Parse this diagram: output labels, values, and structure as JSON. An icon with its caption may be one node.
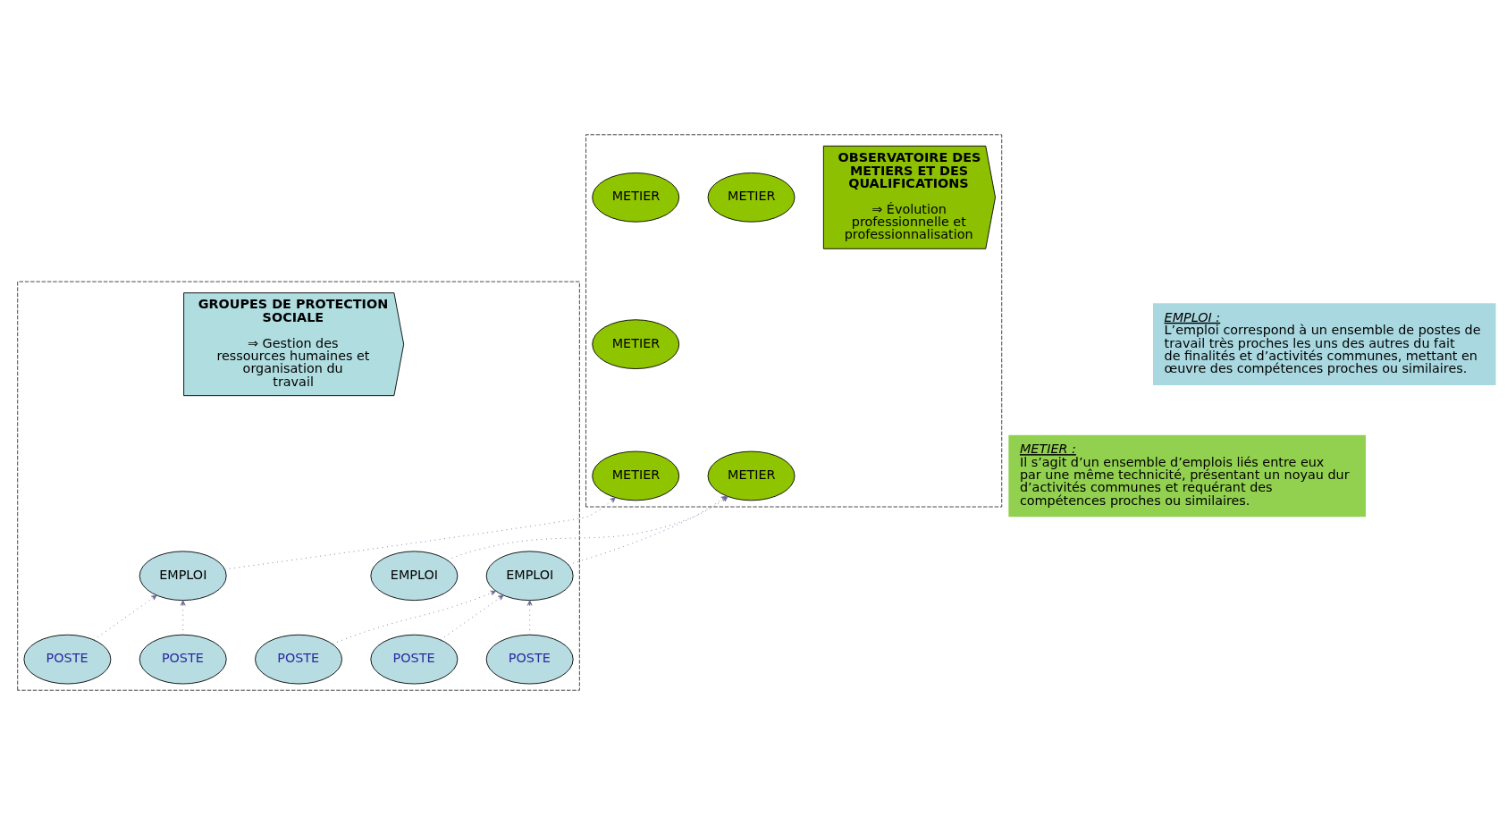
{
  "diagram": {
    "nodes": [
      {
        "text": [],
        "shape": "box"
      },
      {
        "text": [
          "OBSERVATOIRE DES METIERS ET DES QUALIFICATIONS",
          "⇒ Évolution professionnelle et professionnalisation"
        ],
        "in": 0
      },
      {
        "text": [
          "METIER"
        ],
        "in": 0
      },
      {
        "text": [
          "METIER"
        ],
        "in": 0
      },
      {
        "text": [
          "METIER"
        ],
        "in": 0
      },
      {
        "text": [
          "METIER"
        ],
        "in": 0
      },
      {
        "text": [
          "METIER"
        ],
        "in": 0
      },
      {
        "text": [
          "METIER :",
          "Il s’agit d’un ensemble d’emplois liés entre eux par une même technicité, présentant un noyau dur d’activités communes et requérant des compétences proches ou similaires."
        ]
      },
      {
        "text": [],
        "shape": "box"
      },
      {
        "text": [
          "GROUPES DE PROTECTION SOCIALE",
          "⇒ Gestion des ressources humaines et organisation du travail"
        ],
        "in": 8
      },
      {
        "text": [
          "EMPLOI"
        ],
        "in": 8
      },
      {
        "text": [
          "EMPLOI"
        ],
        "in": 8
      },
      {
        "text": [
          "EMPLOI"
        ],
        "in": 8
      },
      {
        "text": [
          "POSTE"
        ],
        "in": 8
      },
      {
        "text": [
          "POSTE"
        ],
        "in": 8
      },
      {
        "text": [
          "POSTE"
        ],
        "in": 8
      },
      {
        "text": [
          "POSTE"
        ],
        "in": 8
      },
      {
        "text": [
          "POSTE"
        ],
        "in": 8
      },
      {
        "text": [
          "EMPLOI :",
          "L’emploi correspond à un ensemble de postes de travail très proches les uns des autres du fait de finalités et d’activités communes, mettant en œuvre des compétences proches ou similaires."
        ]
      }
    ],
    "edges": [
      {
        "from": 11,
        "to": 5,
        "arrow": "to",
        "style": "dashed"
      },
      {
        "from": 10,
        "to": 5,
        "arrow": "to",
        "style": "dashed"
      },
      {
        "from": 12,
        "to": 6,
        "arrow": "to",
        "style": "dashed"
      },
      {
        "from": 15,
        "to": 11,
        "arrow": "to",
        "style": "dashed"
      },
      {
        "from": 14,
        "to": 11,
        "arrow": "to",
        "style": "dashed"
      },
      {
        "from": 16,
        "to": 11,
        "arrow": "to",
        "style": "dashed"
      },
      {
        "from": 13,
        "to": 12,
        "arrow": "to",
        "style": "dashed"
      },
      {
        "from": 17,
        "to": 12,
        "arrow": "to",
        "style": "dashed"
      }
    ]
  }
}
